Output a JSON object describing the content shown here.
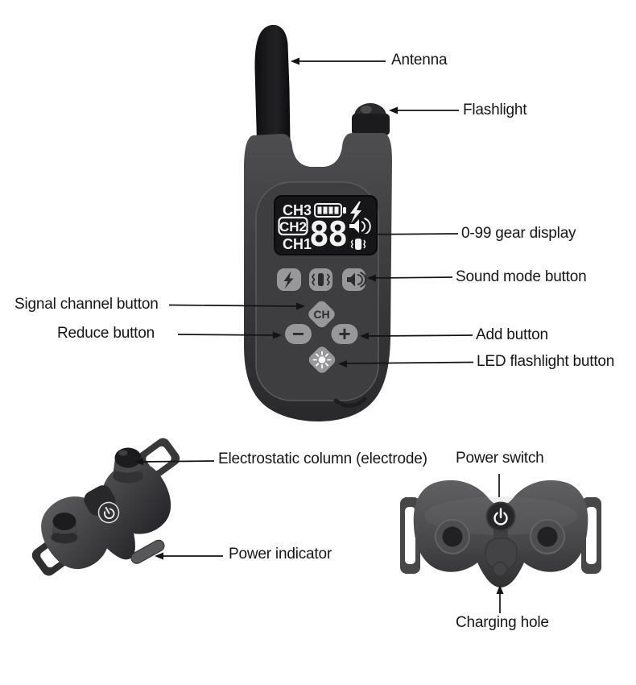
{
  "page": {
    "background": "#ffffff",
    "type": "product-annotation-diagram"
  },
  "annotations": {
    "antenna": "Antenna",
    "flashlight": "Flashlight",
    "gear_display": "0-99 gear display",
    "sound_mode": "Sound mode button",
    "signal_channel": "Signal channel button",
    "reduce": "Reduce button",
    "add": "Add button",
    "led_flashlight": "LED flashlight button",
    "electrostatic_column": "Electrostatic column (electrode)",
    "power_switch": "Power switch",
    "power_indicator": "Power indicator",
    "charging_hole": "Charging hole"
  },
  "remote": {
    "display": {
      "channels": [
        "CH3",
        "CH2",
        "CH1"
      ],
      "active_channel": "CH2",
      "gear_value": "88",
      "icons": [
        "battery-icon",
        "shock-icon",
        "sound-icon",
        "vibration-icon"
      ]
    },
    "buttons": {
      "shock": {
        "icon": "shock-icon"
      },
      "vibration": {
        "icon": "vibration-icon"
      },
      "sound": {
        "icon": "sound-icon"
      },
      "channel": {
        "label": "CH"
      },
      "reduce": {
        "label": "−"
      },
      "add": {
        "label": "+"
      },
      "light": {
        "icon": "light-icon"
      }
    }
  },
  "collar": {
    "power_icon": "power-icon"
  },
  "colors": {
    "label_text": "#161616",
    "arrow": "#131313",
    "remote_body": "#3b3b3d",
    "panel": "#3e3e40",
    "button_gray": "#98989a",
    "glyph_dark": "#2c2c2e",
    "display_bg": "#161618",
    "display_fg": "#f2f2f2",
    "collar_body": "#4a4a4c"
  }
}
